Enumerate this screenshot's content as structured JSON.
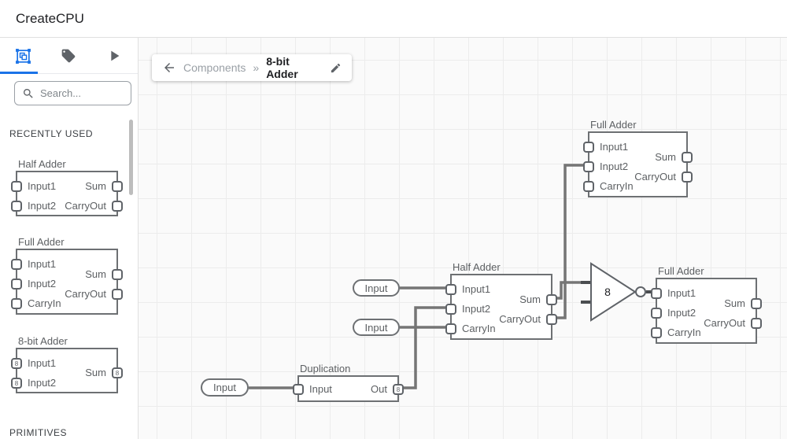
{
  "header": {
    "title": "CreateCPU"
  },
  "sidebar": {
    "tabs": [
      {
        "icon": "components-icon",
        "active": true
      },
      {
        "icon": "tag-icon",
        "active": false
      },
      {
        "icon": "play-icon",
        "active": false
      }
    ],
    "search": {
      "placeholder": "Search..."
    },
    "sections": {
      "recently_used": "RECENTLY USED",
      "primitives": "PRIMITIVES"
    },
    "recent": [
      {
        "title": "Half Adder",
        "inputs": [
          "Input1",
          "Input2"
        ],
        "outputs": [
          "Sum",
          "CarryOut"
        ]
      },
      {
        "title": "Full Adder",
        "inputs": [
          "Input1",
          "Input2",
          "CarryIn"
        ],
        "outputs": [
          "Sum",
          "CarryOut"
        ]
      },
      {
        "title": "8-bit Adder",
        "inputs": [
          "Input1",
          "Input2"
        ],
        "outputs": [
          "Sum"
        ],
        "bus_width": "8"
      }
    ]
  },
  "breadcrumb": {
    "back_icon": "arrow-left",
    "parent": "Components",
    "separator": "»",
    "current": "8-bit Adder",
    "edit_icon": "pencil"
  },
  "canvas": {
    "nodes": [
      {
        "title": "Full Adder",
        "inputs": [
          "Input1",
          "Input2",
          "CarryIn"
        ],
        "outputs": [
          "Sum",
          "CarryOut"
        ]
      },
      {
        "title": "Half Adder",
        "inputs": [
          "Input1",
          "Input2",
          "CarryIn"
        ],
        "outputs": [
          "Sum",
          "CarryOut"
        ]
      },
      {
        "title": "Full Adder",
        "inputs": [
          "Input1",
          "Input2",
          "CarryIn"
        ],
        "outputs": [
          "Sum",
          "CarryOut"
        ]
      },
      {
        "title": "Duplication",
        "inputs": [
          "Input"
        ],
        "outputs": [
          "Out"
        ],
        "bus_width": "8"
      }
    ],
    "pills": [
      "Input",
      "Input",
      "Input"
    ],
    "buffer": {
      "label": "8"
    }
  },
  "colors": {
    "accent": "#1a73e8",
    "wire": "#757575",
    "node_border": "#6d7073",
    "canvas_bg": "#fafafa"
  }
}
